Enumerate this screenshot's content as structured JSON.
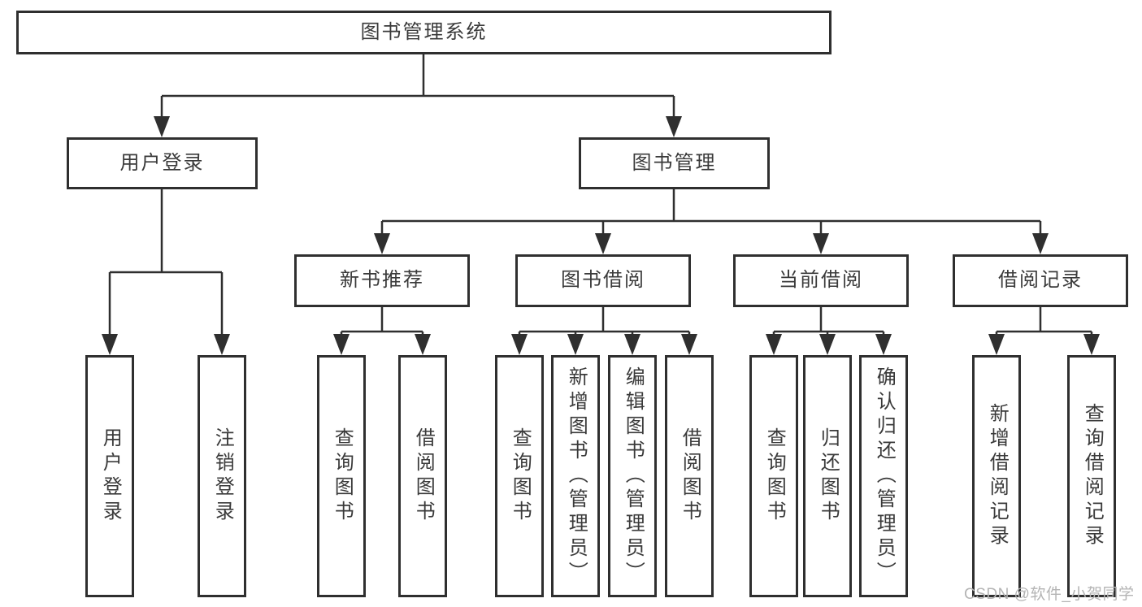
{
  "diagram": {
    "root": {
      "label": "图书管理系统"
    },
    "level1": [
      {
        "label": "用户登录"
      },
      {
        "label": "图书管理"
      }
    ],
    "level2": [
      {
        "label": "新书推荐"
      },
      {
        "label": "图书借阅"
      },
      {
        "label": "当前借阅"
      },
      {
        "label": "借阅记录"
      }
    ],
    "leaves": {
      "user_login": [
        "用户登录",
        "注销登录"
      ],
      "new_book_recommend": [
        "查询图书",
        "借阅图书"
      ],
      "book_borrow": [
        "查询图书",
        "新增图书（管理员）",
        "编辑图书（管理员）",
        "借阅图书"
      ],
      "current_borrow": [
        "查询图书",
        "归还图书",
        "确认归还（管理员）"
      ],
      "borrow_record": [
        "新增借阅记录",
        "查询借阅记录"
      ]
    }
  },
  "watermark": {
    "text": "CSDN @软件_小贺同学"
  },
  "colors": {
    "line": "#2f2f2f",
    "text": "#3a3a3a",
    "box_fill": "#ffffff",
    "background": "#ffffff",
    "watermark": "#b4b4b4"
  }
}
